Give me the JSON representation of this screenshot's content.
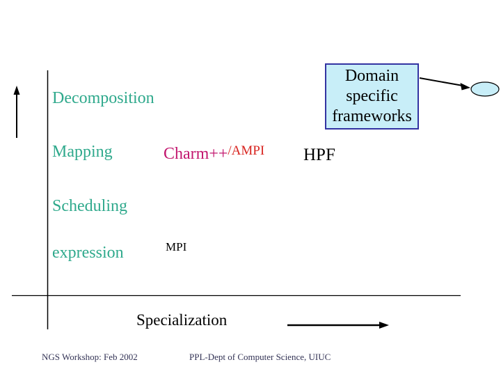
{
  "colors": {
    "teal": "#2FA98C",
    "magenta": "#C2166E",
    "red": "#D8241F",
    "boxFill": "#C8EEF8",
    "boxBorder": "#3333A2",
    "navy": "#333355"
  },
  "axis_labels": {
    "decomposition": "Decomposition",
    "mapping": "Mapping",
    "scheduling": "Scheduling",
    "expression": "expression"
  },
  "systems": {
    "charm": "Charm++",
    "ampi": "/AMPI",
    "hpf": "HPF",
    "mpi": "MPI"
  },
  "domain_box": {
    "lines": [
      "Domain",
      "specific",
      "frameworks"
    ]
  },
  "x_axis": {
    "label": "Specialization"
  },
  "footer": {
    "left": "NGS Workshop: Feb 2002",
    "right": "PPL-Dept of Computer Science, UIUC"
  }
}
